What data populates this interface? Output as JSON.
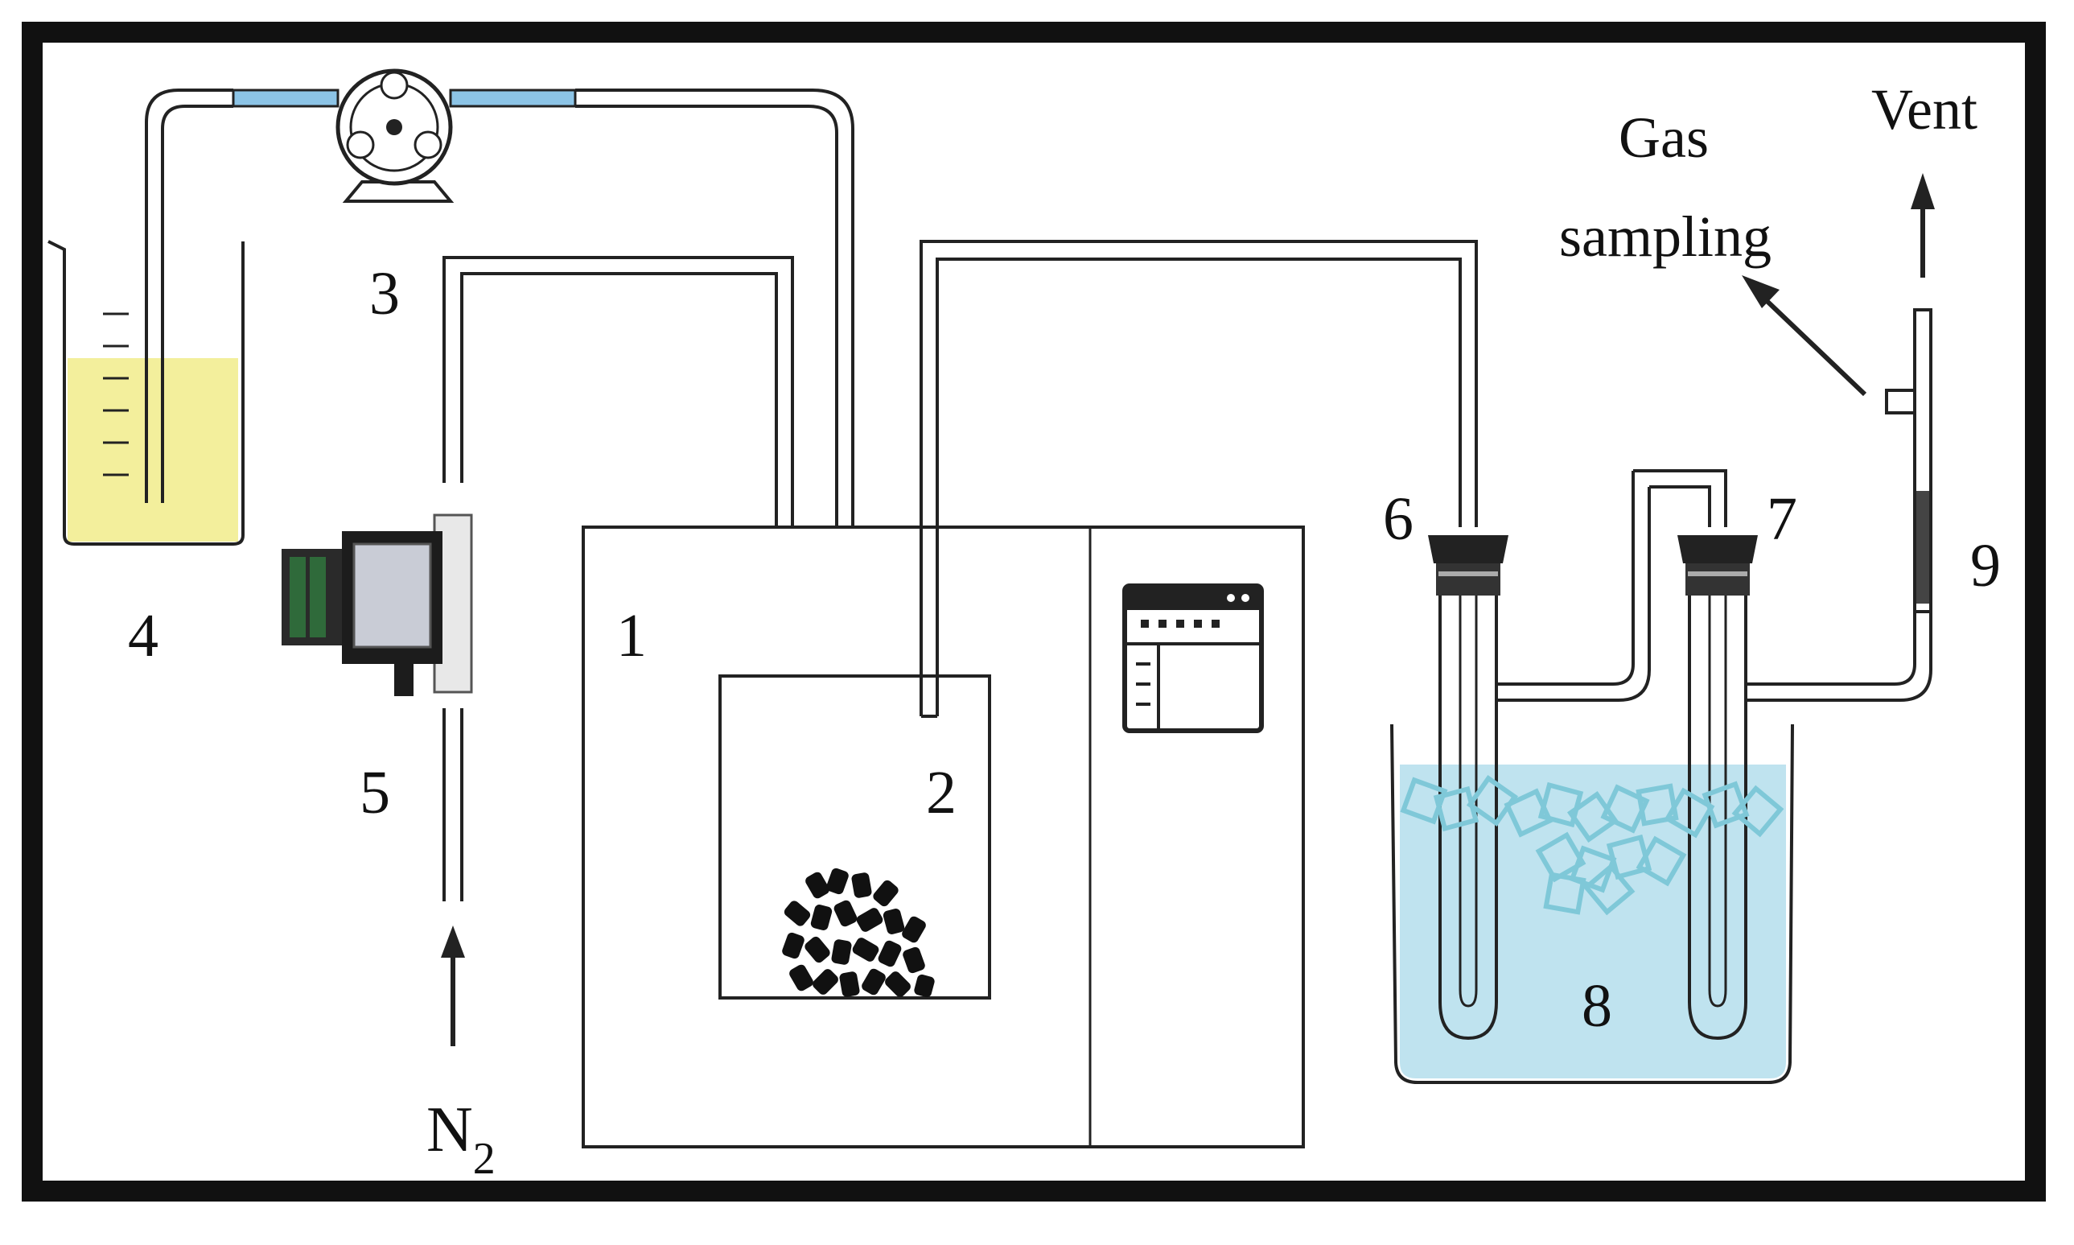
{
  "labels": {
    "furnace": "1",
    "reactor": "2",
    "pump": "3",
    "beaker": "4",
    "flowmeter": "5",
    "condenser_left": "6",
    "condenser_right": "7",
    "ice_bath": "8",
    "outlet": "9",
    "nitrogen_main": "N",
    "nitrogen_sub": "2",
    "gas_sampling_line1": "Gas",
    "gas_sampling_line2": "sampling",
    "vent": "Vent"
  },
  "colors": {
    "frame": "#111111",
    "liquid": "#f3ef9c",
    "ice_water": "#bfe3ef",
    "pump_tube": "#8cc4e6",
    "ice_cube": "#7fc8d8",
    "char": "#111111"
  }
}
